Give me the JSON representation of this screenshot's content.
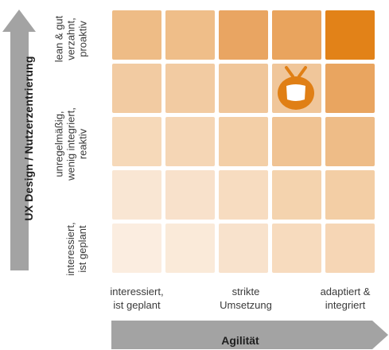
{
  "y_axis": {
    "title": "UX Design / Nutzerzentrierung"
  },
  "x_axis": {
    "title": "Agilität"
  },
  "row_labels": [
    {
      "lines": [
        "lean & gut",
        "verzahnt,",
        "proaktiv"
      ]
    },
    {
      "lines": [
        "unregelmäßig,",
        "wenig integriert,",
        "reaktiv"
      ]
    },
    {
      "lines": [
        "interessiert,",
        "ist geplant"
      ]
    }
  ],
  "column_labels": [
    {
      "lines": [
        "interessiert,",
        "ist geplant"
      ]
    },
    {
      "lines": [
        "strikte",
        "Umsetzung"
      ]
    },
    {
      "lines": [
        "adaptiert &",
        "integriert"
      ]
    }
  ],
  "matrix": {
    "rows": [
      [
        "#eebc86",
        "#efbe89",
        "#e9a562",
        "#e9a45e",
        "#e28218"
      ],
      [
        "#f2cba2",
        "#f2cba2",
        "#f0c69a",
        "#f0c69a",
        "#e9a560"
      ],
      [
        "#f6d9b9",
        "#f5d6b5",
        "#f3cfa7",
        "#f0c393",
        "#eebc87"
      ],
      [
        "#f9e6d3",
        "#f8e1cb",
        "#f7dcc0",
        "#f4d3ae",
        "#f3cea5"
      ],
      [
        "#fbede0",
        "#faead9",
        "#f8e2cc",
        "#f7dbbe",
        "#f6d6b5"
      ]
    ]
  },
  "marker": {
    "icon": "tv-icon",
    "color": "#e07f15"
  }
}
